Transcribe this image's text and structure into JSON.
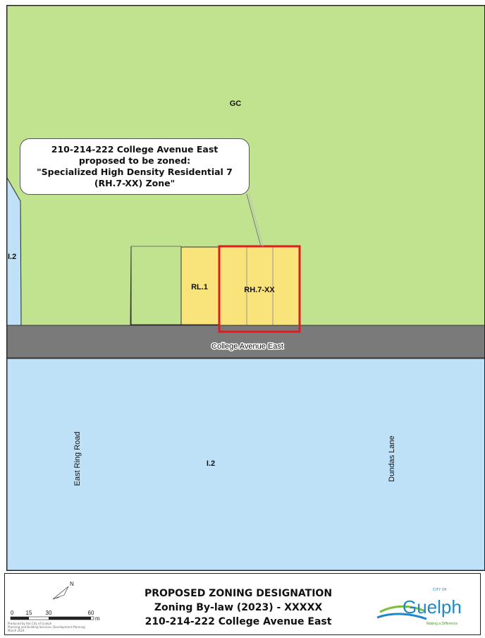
{
  "map": {
    "zones": {
      "gc": "GC",
      "i2_west": "I.2",
      "i2_south": "I.2",
      "rl1": "RL.1",
      "rh7": "RH.7-XX"
    },
    "roads": {
      "college": "College Avenue East",
      "east_ring": "East Ring Road",
      "dundas": "Dundas Lane"
    },
    "colors": {
      "general_commercial": "#c1e28f",
      "institutional": "#bee1f7",
      "residential": "#f9e37b",
      "road": "#7a7a7a",
      "subject_outline": "#e11b22"
    }
  },
  "callout": {
    "lines": [
      "210-214-222 College Avenue East",
      "proposed to be zoned:",
      "\"Specialized High Density Residential 7",
      "(RH.7-XX) Zone\""
    ]
  },
  "footer": {
    "title": "PROPOSED ZONING DESIGNATION",
    "subtitle": "Zoning By-law (2023) - XXXXX",
    "address": "210-214-222 College Avenue East",
    "scale": {
      "ticks": [
        "0",
        "15",
        "30",
        "60"
      ],
      "unit": "m"
    },
    "north_label": "N",
    "credit_lines": [
      "Produced by the City of Guelph",
      "Planning and Building Services, Development Planning",
      "March 2024"
    ],
    "logo": {
      "name": "Guelph",
      "city_of": "CITY OF",
      "tagline": "Making a Difference"
    }
  }
}
